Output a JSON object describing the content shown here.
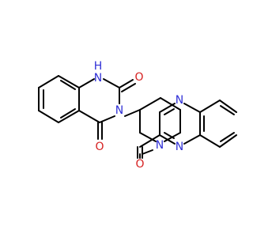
{
  "molecule": {
    "colors": {
      "bond": "#000000",
      "nitrogen": "#2f2fd6",
      "oxygen": "#d62020",
      "background": "#ffffff"
    },
    "atom_labels": {
      "nh": "H",
      "n_h": "N",
      "o_c2": "O",
      "n3": "N",
      "o_c4": "O",
      "n_pip": "N",
      "o_amide": "O",
      "n_qx1": "N",
      "n_qx4": "N"
    }
  }
}
